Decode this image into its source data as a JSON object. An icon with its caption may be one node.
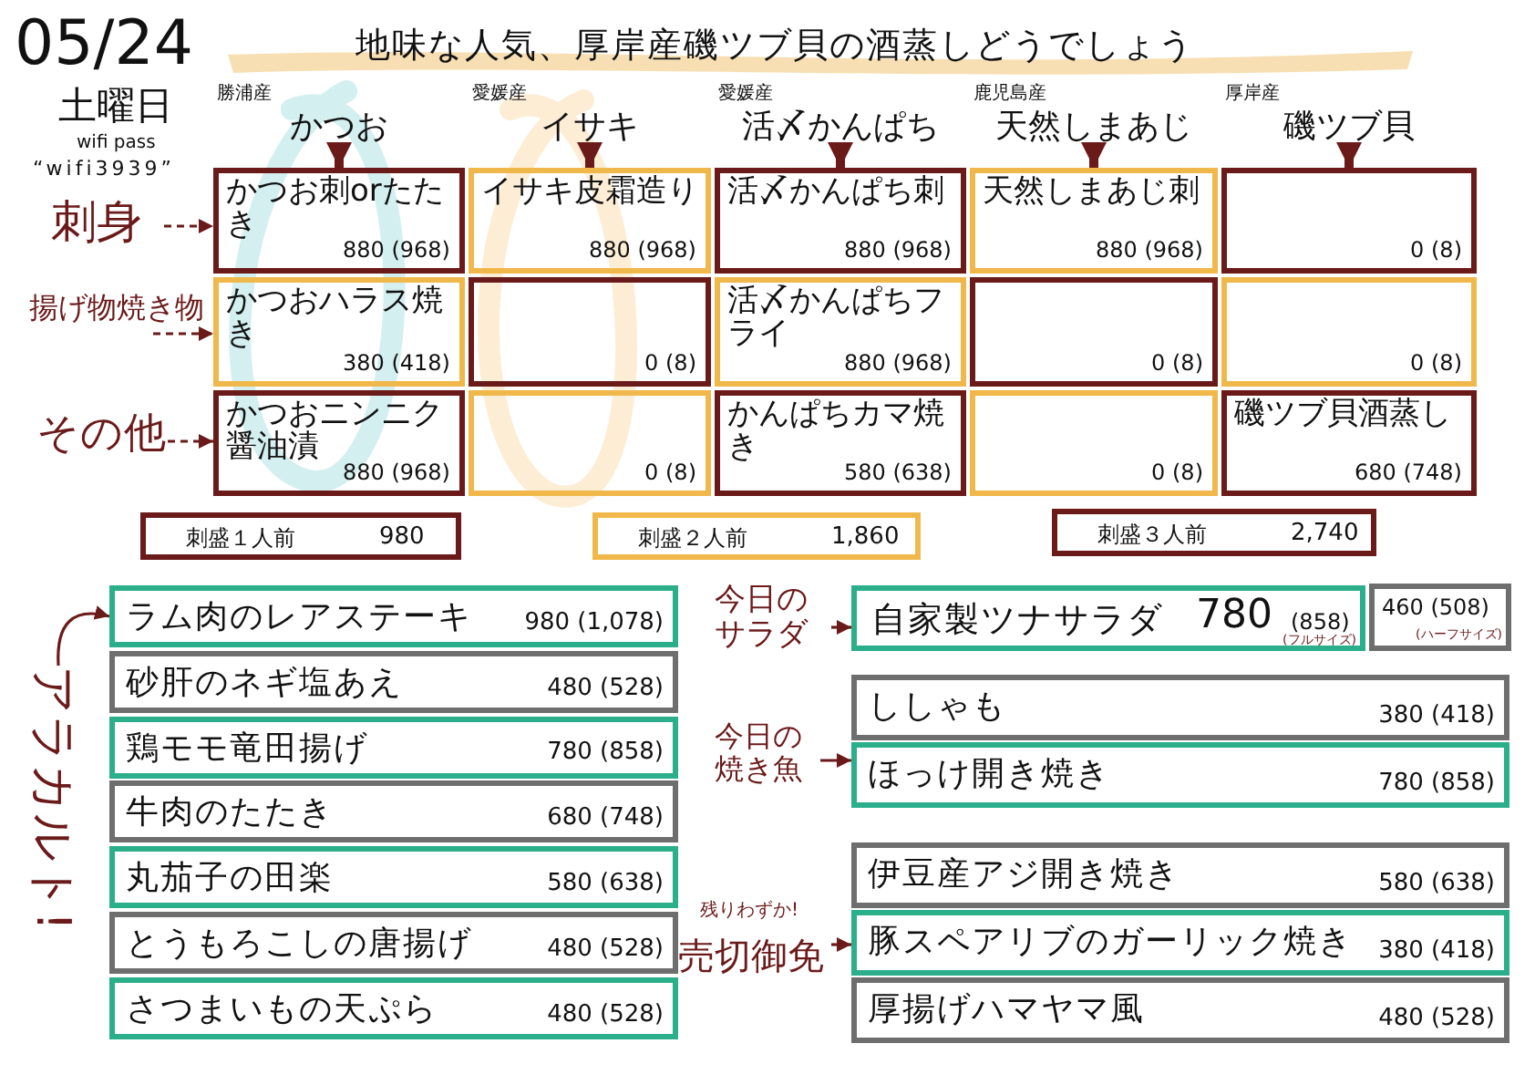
{
  "diagram": {
    "title": "地味な人気、厚岸産磯ツブ貝の酒蒸しどうでしょう",
    "nodes": [
      {
        "text": [
          "かつお"
        ],
        "beside": [
          "勝浦産"
        ]
      },
      {
        "text": [
          "イサキ"
        ],
        "beside": [
          "愛媛産"
        ]
      },
      {
        "text": [
          "活〆かんぱち"
        ],
        "beside": [
          "愛媛産"
        ]
      },
      {
        "text": [
          "天然しまあじ"
        ],
        "beside": [
          "鹿児島産"
        ]
      },
      {
        "text": [
          "磯ツブ貝"
        ],
        "beside": [
          "厚岸産"
        ]
      },
      {
        "text": [
          "刺身"
        ]
      },
      {
        "text": [
          "かつお刺orたたき",
          "880 (968)"
        ]
      },
      {
        "text": [
          "イサキ皮霜造り",
          "880 (968)"
        ]
      },
      {
        "text": [
          "活〆かんぱち刺",
          "880 (968)"
        ]
      },
      {
        "text": [
          "天然しまあじ刺",
          "880 (968)"
        ]
      },
      {
        "text": [
          "0 (8)"
        ]
      },
      {
        "text": [
          "揚げ物焼き物"
        ]
      },
      {
        "text": [
          "かつおハラス焼き",
          "380 (418)"
        ]
      },
      {
        "text": [
          "0 (8)"
        ]
      },
      {
        "text": [
          "活〆かんぱちフライ",
          "880 (968)"
        ]
      },
      {
        "text": [
          "0 (8)"
        ]
      },
      {
        "text": [
          "0 (8)"
        ]
      },
      {
        "text": [
          "その他"
        ]
      },
      {
        "text": [
          "かつおニンニク醤油漬",
          "880 (968)"
        ]
      },
      {
        "text": [
          "0 (8)"
        ]
      },
      {
        "text": [
          "かんぱちカマ焼き",
          "580 (638)"
        ]
      },
      {
        "text": [
          "0 (8)"
        ]
      },
      {
        "text": [
          "磯ツブ貝酒蒸し",
          "680 (748)"
        ]
      },
      {
        "text": [
          "刺盛１人前",
          "980"
        ]
      },
      {
        "text": [
          "刺盛２人前",
          "1,860"
        ]
      },
      {
        "text": [
          "刺盛３人前",
          "2,740"
        ]
      },
      {
        "text": [
          "アラカルト!"
        ]
      },
      {
        "text": [
          "ラム肉のレアステーキ",
          "980 (1,078)"
        ]
      },
      {
        "text": [
          "砂肝のネギ塩あえ",
          "480 (528)"
        ]
      },
      {
        "text": [
          "鶏モモ竜田揚げ",
          "780 (858)"
        ]
      },
      {
        "text": [
          "牛肉のたたき",
          "680 (748)"
        ]
      },
      {
        "text": [
          "丸茄子の田楽",
          "580 (638)"
        ]
      },
      {
        "text": [
          "とうもろこしの唐揚げ",
          "480 (528)"
        ]
      },
      {
        "text": [
          "さつまいもの天ぷら",
          "480 (528)"
        ]
      },
      {
        "text": [
          "今日のサラダ"
        ]
      },
      {
        "text": [
          "自家製ツナサラダ",
          "780",
          "(858)",
          "(フルサイズ)"
        ]
      },
      {
        "text": [
          "460 (508)",
          "(ハーフサイズ)"
        ]
      },
      {
        "text": [
          "今日の焼き魚"
        ]
      },
      {
        "text": [
          "ししゃも",
          "380 (418)"
        ]
      },
      {
        "text": [
          "ほっけ開き焼き",
          "780 (858)"
        ]
      },
      {
        "text": [
          "売切御免"
        ],
        "beside": [
          "残りわずか!"
        ]
      },
      {
        "text": [
          "伊豆産アジ開き焼き",
          "580 (638)"
        ]
      },
      {
        "text": [
          "豚スペアリブのガーリック焼き",
          "380 (418)"
        ]
      },
      {
        "text": [
          "厚揚げハマヤマ風",
          "480 (528)"
        ]
      }
    ],
    "edges": [
      {
        "from": 0,
        "to": 6,
        "arrow": "to",
        "style": "thick"
      },
      {
        "from": 1,
        "to": 7,
        "arrow": "to",
        "style": "thick"
      },
      {
        "from": 2,
        "to": 8,
        "arrow": "to",
        "style": "thick"
      },
      {
        "from": 3,
        "to": 9,
        "arrow": "to",
        "style": "thick"
      },
      {
        "from": 4,
        "to": 10,
        "arrow": "to",
        "style": "thick"
      },
      {
        "from": 5,
        "to": 6,
        "arrow": "to",
        "style": "dashed"
      },
      {
        "from": 11,
        "to": 12,
        "arrow": "to",
        "style": "dashed"
      },
      {
        "from": 17,
        "to": 18,
        "arrow": "to",
        "style": "dashed"
      },
      {
        "from": 26,
        "to": 27,
        "arrow": "to"
      },
      {
        "from": 34,
        "to": 35,
        "arrow": "to"
      },
      {
        "from": 37,
        "to": 39,
        "arrow": "to"
      },
      {
        "from": 40,
        "to": 42,
        "arrow": "to"
      }
    ],
    "labels": [
      "05/24",
      "土曜日",
      "wifi pass",
      "“wifi3939”"
    ]
  }
}
